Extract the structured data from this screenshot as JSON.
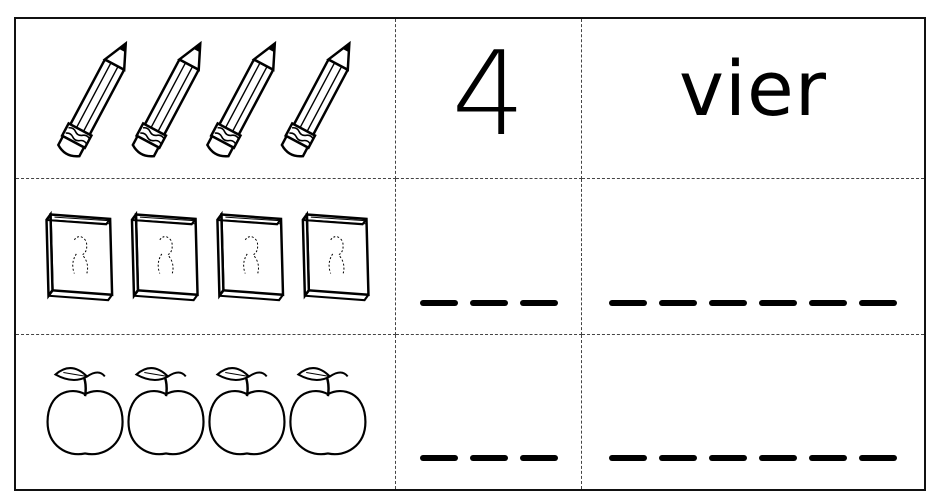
{
  "rows": [
    {
      "object": "pencil-icon",
      "count": 4,
      "numeral": "4",
      "word": "vier"
    },
    {
      "object": "book-icon",
      "count": 4,
      "numeral_blanks": 3,
      "word_blanks": 6
    },
    {
      "object": "apple-icon",
      "count": 4,
      "numeral_blanks": 3,
      "word_blanks": 6
    }
  ]
}
